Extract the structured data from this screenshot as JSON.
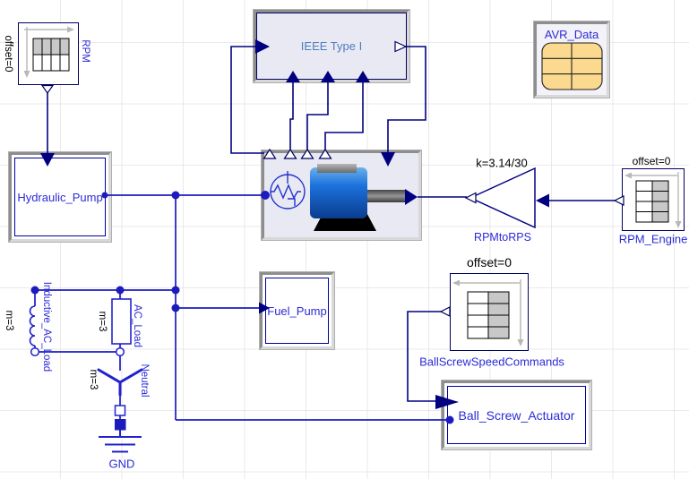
{
  "canvas": {
    "type": "modelica-diagram-editor"
  },
  "colors": {
    "signal_wire": "#000080",
    "electrical_wire": "#1c1cbe",
    "component_blue": "#2222cc",
    "label_blue": "#2b2bd6",
    "ieee_text_blue": "#4d7ec0",
    "table_cell_gray": "#c8c8c8",
    "avr_table_fill": "#fbd98f",
    "motor_blue": "#1c72dd",
    "axis_gray": "#b8b8b8"
  },
  "blocks": {
    "rpm_source": {
      "name": "RPM",
      "param": "offset=0"
    },
    "hydraulic_pump": {
      "name": "Hydraulic_Pump"
    },
    "ieee_exciter": {
      "name": "IEEE Type I"
    },
    "avr_data": {
      "name": "AVR_Data"
    },
    "generator": {
      "name": ""
    },
    "rpm_to_rps": {
      "name": "RPMtoRPS",
      "param": "k=3.14/30"
    },
    "rpm_engine": {
      "name": "RPM_Engine",
      "param": "offset=0"
    },
    "fuel_pump": {
      "name": "Fuel_Pump"
    },
    "inductive_ac_load": {
      "name": "Inductive_AC_Load",
      "param": "m=3"
    },
    "ac_load": {
      "name": "AC_Load",
      "param": "m=3"
    },
    "neutral": {
      "name": "Neutral",
      "param": "m=3"
    },
    "gnd": {
      "name": "GND"
    },
    "ballscrew_speed_commands": {
      "name": "BallScrewSpeedCommands",
      "param": "offset=0"
    },
    "ball_screw_actuator": {
      "name": "Ball_Screw_Actuator"
    }
  },
  "icons": {
    "table_icon": "combi-time-table grid",
    "axes_icon": "gray plot axes arrows",
    "motor_icon": "3d electric motor",
    "machine_circle_icon": "synchronous machine circle",
    "coil_icon": "inductor coil",
    "resistor_icon": "resistor box",
    "star_icon": "three-phase star point",
    "ground_icon": "earth ground",
    "gain_icon": "gain triangle",
    "input_arrow_icon": "filled connector arrow",
    "output_arrow_icon": "hollow connector triangle"
  }
}
